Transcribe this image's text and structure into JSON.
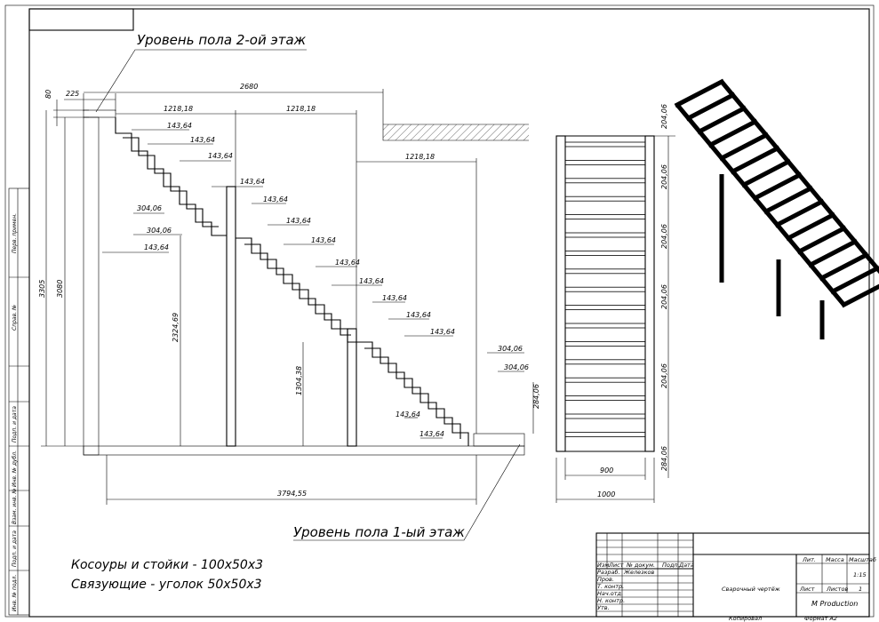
{
  "labels": {
    "floor2": "Уровень пола 2-ой этаж",
    "floor1": "Уровень пола 1-ый этаж",
    "note1": "Косоуры и стойки - 100х50х3",
    "note2": "Связующие - уголок 50х50х3"
  },
  "dims": {
    "d80": "80",
    "d225": "225",
    "d2680": "2680",
    "d1218a": "1218,18",
    "d1218b": "1218,18",
    "d1218c": "1218,18",
    "d3305": "3305",
    "d3080": "3080",
    "d2324": "2324,69",
    "d1304": "1304,38",
    "d3794": "3794,55",
    "d304a": "304,06",
    "d304b": "304,06",
    "d304c": "304,06",
    "d304d": "304,06",
    "d284": "284,06",
    "s143": "143,64",
    "w900": "900",
    "w1000": "1000",
    "p204": "204,06",
    "p284": "284,06"
  },
  "side_stamp": {
    "perv": "Перв. примен.",
    "sprav": "Справ. №",
    "podp1": "Подп. и дата",
    "inv_dubl": "Инв. № дубл.",
    "vzam": "Взам. инв. №",
    "podp2": "Подп. и дата",
    "inv_podl": "Инв. № подл."
  },
  "title_block": {
    "izm": "Изм.",
    "list": "Лист",
    "doc": "№ докум.",
    "podp": "Подп.",
    "data": "Дата",
    "razrab": "Разраб.",
    "razrab_name": "Железков",
    "prov": "Пров.",
    "tkontr": "Т. контр.",
    "nachotd": "Нач.отд.",
    "nkontr": "Н. контр.",
    "utv": "Утв.",
    "doc_title": "Сварочный чертёж",
    "lit": "Лит.",
    "massa": "Масса",
    "masshtab": "Масштаб",
    "scale": "1:15",
    "list2": "Лист",
    "listov": "Листов",
    "listov_val": "1",
    "company": "M Production",
    "kopiroval": "Копировал",
    "format": "Формат А2"
  }
}
